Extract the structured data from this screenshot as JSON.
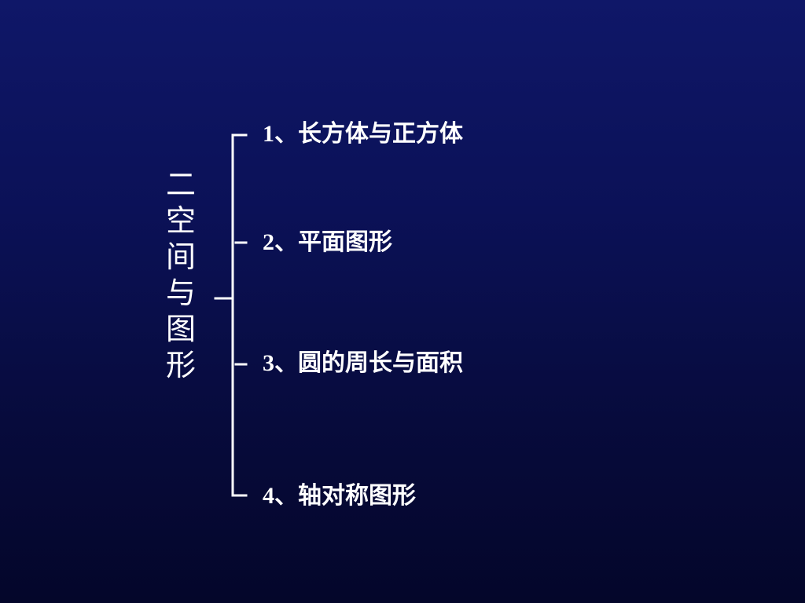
{
  "slide": {
    "title_vertical": "二\n空间与图形",
    "items": [
      {
        "label": "1、长方体与正方体"
      },
      {
        "label": "2、平面图形"
      },
      {
        "label": "3、圆的周长与面积"
      },
      {
        "label": "4、轴对称图形"
      }
    ]
  },
  "colors": {
    "background_top": "#0f1768",
    "background_bottom": "#04062a",
    "text": "#ffffff"
  }
}
